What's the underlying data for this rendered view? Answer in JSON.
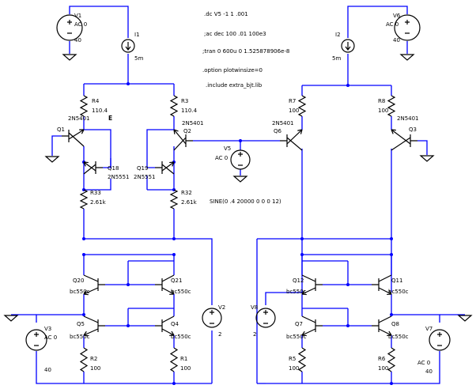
{
  "directives": [
    ".dc V5 -1 1 .001",
    ";ac dec 100 .01 100e3",
    ";tran 0 600u 0 1.525878906e-8",
    ".option plotwinsize=0",
    ".include extra_bjt.lib"
  ],
  "net_label_e": "E",
  "sine_spec": "SINE(0 .4 20000 0 0 0 12)",
  "sources": {
    "v1": {
      "name": "V1",
      "ac": "AC 0",
      "value": "40"
    },
    "v6": {
      "name": "V6",
      "ac": "AC 0",
      "value": "40"
    },
    "v5": {
      "name": "V5",
      "ac": "AC 0"
    },
    "v3": {
      "name": "V3",
      "ac": "AC 0",
      "value": "40"
    },
    "v7": {
      "name": "V7",
      "ac": "AC 0",
      "value": "40"
    },
    "v2": {
      "name": "V2",
      "value": "2"
    },
    "v8": {
      "name": "V8",
      "value": "2"
    },
    "i1": {
      "name": "I1",
      "value": "5m"
    },
    "i2": {
      "name": "I2",
      "value": "5m"
    }
  },
  "resistors": {
    "r4": {
      "name": "R4",
      "value": "110.4"
    },
    "r3": {
      "name": "R3",
      "value": "110.4"
    },
    "r7": {
      "name": "R7",
      "value": "100"
    },
    "r8": {
      "name": "R8",
      "value": "100"
    },
    "r33": {
      "name": "R33",
      "value": "2.61k"
    },
    "r32": {
      "name": "R32",
      "value": "2.61k"
    },
    "r2": {
      "name": "R2",
      "value": "100"
    },
    "r1": {
      "name": "R1",
      "value": "100"
    },
    "r5": {
      "name": "R5",
      "value": "100"
    },
    "r6": {
      "name": "R6",
      "value": "100"
    }
  },
  "transistors": {
    "q1": {
      "name": "Q1",
      "model": "2N5401"
    },
    "q2": {
      "name": "Q2",
      "model": "2N5401"
    },
    "q6": {
      "name": "Q6",
      "model": "2N5401"
    },
    "q3": {
      "name": "Q3",
      "model": "2N5401"
    },
    "q18": {
      "name": "Q18",
      "model": "2N5551"
    },
    "q19": {
      "name": "Q19",
      "model": "2N5551"
    },
    "q20": {
      "name": "Q20",
      "model": "bc550c"
    },
    "q21": {
      "name": "Q21",
      "model": "bc550c"
    },
    "q5": {
      "name": "Q5",
      "model": "bc550c"
    },
    "q4": {
      "name": "Q4",
      "model": "bc550c"
    },
    "q12": {
      "name": "Q12",
      "model": "bc550c"
    },
    "q11": {
      "name": "Q11",
      "model": "bc550c"
    },
    "q7": {
      "name": "Q7",
      "model": "bc550c"
    },
    "q8": {
      "name": "Q8",
      "model": "bc550c"
    }
  },
  "colors": {
    "wire": "#0000ff",
    "component": "#000000",
    "background": "#ffffff"
  }
}
